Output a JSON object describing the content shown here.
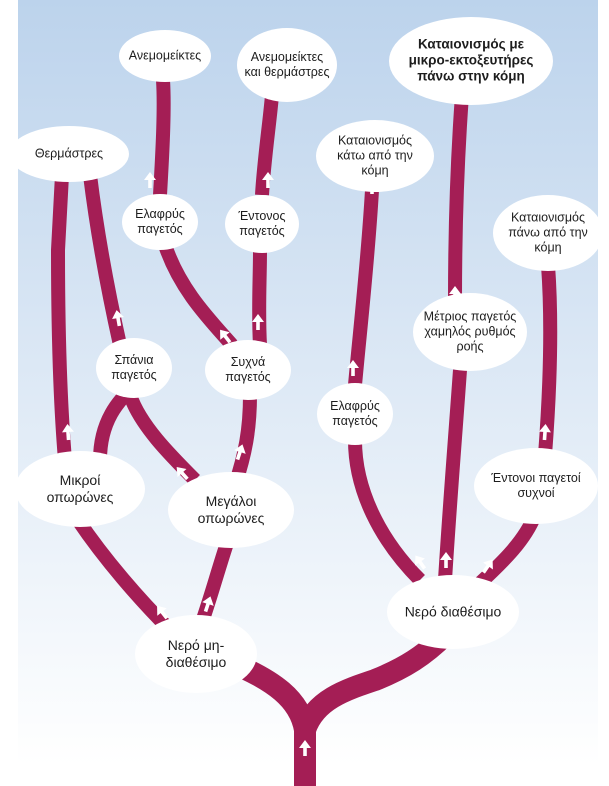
{
  "colors": {
    "branch": "#a41e55",
    "sky_top": "#bcd3ec",
    "sky_bottom": "#ffffff",
    "node_fill": "#ffffff",
    "arrow": "#ffffff"
  },
  "nodes": {
    "n1": "Ανεμομείκτες",
    "n2": "Ανεμομείκτες και θερμάστρες",
    "n3": "Καταιονισμός με μικρο-εκτοξευτήρες πάνω στην κόμη",
    "n4": "Θερμάστρες",
    "n5": "Καταιονισμός κάτω από την κόμη",
    "n6": "Καταιονισμός πάνω από την κόμη",
    "n7": "Ελαφρύς παγετός",
    "n8": "Έντονος παγετός",
    "n9": "Μέτριος παγετός χαμηλός ρυθμός ροής",
    "n10": "Σπάνια παγετός",
    "n11": "Συχνά παγετός",
    "n12": "Ελαφρύς παγετός",
    "n13": "Μικροί οπωρώνες",
    "n14": "Μεγάλοι οπωρώνες",
    "n15": "Έντονοι παγετοί συχνοί",
    "n16": "Νερό μη-διαθέσιμο",
    "n17": "Νερό διαθέσιμο"
  }
}
